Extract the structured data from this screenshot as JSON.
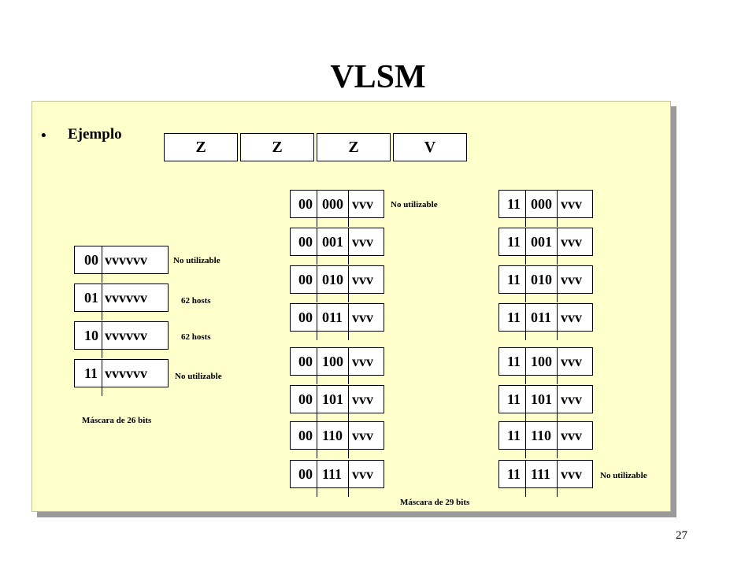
{
  "title": "VLSM",
  "bullet": {
    "symbol": "•",
    "label": "Ejemplo"
  },
  "header_cells": [
    "Z",
    "Z",
    "Z",
    "V"
  ],
  "left_boxes": [
    {
      "prefix": "00",
      "suffix": "vvvvvv",
      "note": "No utilizable"
    },
    {
      "prefix": "01",
      "suffix": "vvvvvv",
      "note": "62 hosts"
    },
    {
      "prefix": "10",
      "suffix": "vvvvvv",
      "note": "62 hosts"
    },
    {
      "prefix": "11",
      "suffix": "vvvvvv",
      "note": "No utilizable"
    }
  ],
  "left_mask": "Máscara de 26 bits",
  "col_00": [
    {
      "a": "00",
      "b": "000",
      "c": "vvv",
      "note": "No utilizable"
    },
    {
      "a": "00",
      "b": "001",
      "c": "vvv",
      "note": ""
    },
    {
      "a": "00",
      "b": "010",
      "c": "vvv",
      "note": ""
    },
    {
      "a": "00",
      "b": "011",
      "c": "vvv",
      "note": ""
    },
    {
      "a": "00",
      "b": "100",
      "c": "vvv",
      "note": ""
    },
    {
      "a": "00",
      "b": "101",
      "c": "vvv",
      "note": ""
    },
    {
      "a": "00",
      "b": "110",
      "c": "vvv",
      "note": ""
    },
    {
      "a": "00",
      "b": "111",
      "c": "vvv",
      "note": ""
    }
  ],
  "col_11": [
    {
      "a": "11",
      "b": "000",
      "c": "vvv",
      "note": ""
    },
    {
      "a": "11",
      "b": "001",
      "c": "vvv",
      "note": ""
    },
    {
      "a": "11",
      "b": "010",
      "c": "vvv",
      "note": ""
    },
    {
      "a": "11",
      "b": "011",
      "c": "vvv",
      "note": ""
    },
    {
      "a": "11",
      "b": "100",
      "c": "vvv",
      "note": ""
    },
    {
      "a": "11",
      "b": "101",
      "c": "vvv",
      "note": ""
    },
    {
      "a": "11",
      "b": "110",
      "c": "vvv",
      "note": ""
    },
    {
      "a": "11",
      "b": "111",
      "c": "vvv",
      "note": "No utilizable"
    }
  ],
  "right_mask": "Máscara de 29 bits",
  "page_number": "27"
}
